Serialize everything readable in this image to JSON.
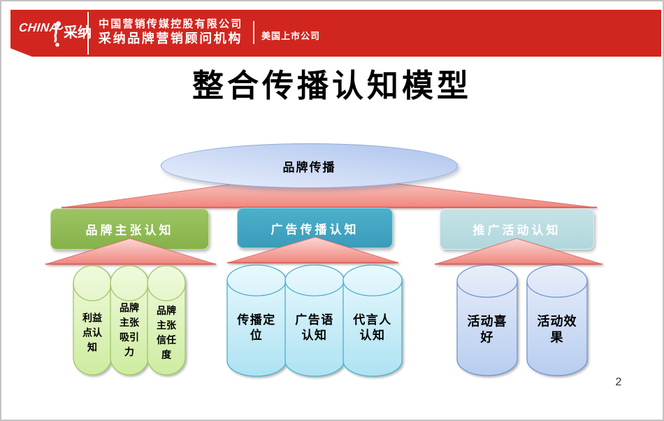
{
  "page": {
    "number": "2",
    "background": "#ffffff"
  },
  "header": {
    "banner_color": "#d1261f",
    "logo": {
      "china_text": "CHINA",
      "cainuo_text": "采纳",
      "figure_icon": "dancer-figure"
    },
    "company_line1": "中国营销传媒控股有限公司",
    "company_line2": "采纳品牌营销顾问机构",
    "listed_label": "美国上市公司"
  },
  "slide": {
    "title": "整合传播认知模型",
    "diagram": {
      "root_label": "品牌传播",
      "root_fill": "#c3d4f1",
      "connector_color": "#f4948c",
      "branches": [
        {
          "label": "品牌主张认知",
          "box_color": "#8fbb54",
          "cylinder_color": "#dcf2ae",
          "children": [
            "利益\n点认\n知",
            "品牌\n主张\n吸引\n力",
            "品牌\n主张\n信任\n度"
          ]
        },
        {
          "label": "广告传播认知",
          "box_color": "#41a7c4",
          "cylinder_color": "#c4ebf6",
          "children": [
            "传播定\n位",
            "广告语\n认知",
            "代言人\n认知"
          ]
        },
        {
          "label": "推广活动认知",
          "box_color": "#bcdfe3",
          "cylinder_color": "#c9d9f3",
          "children": [
            "活动喜\n好",
            "活动效\n果"
          ]
        }
      ]
    }
  }
}
